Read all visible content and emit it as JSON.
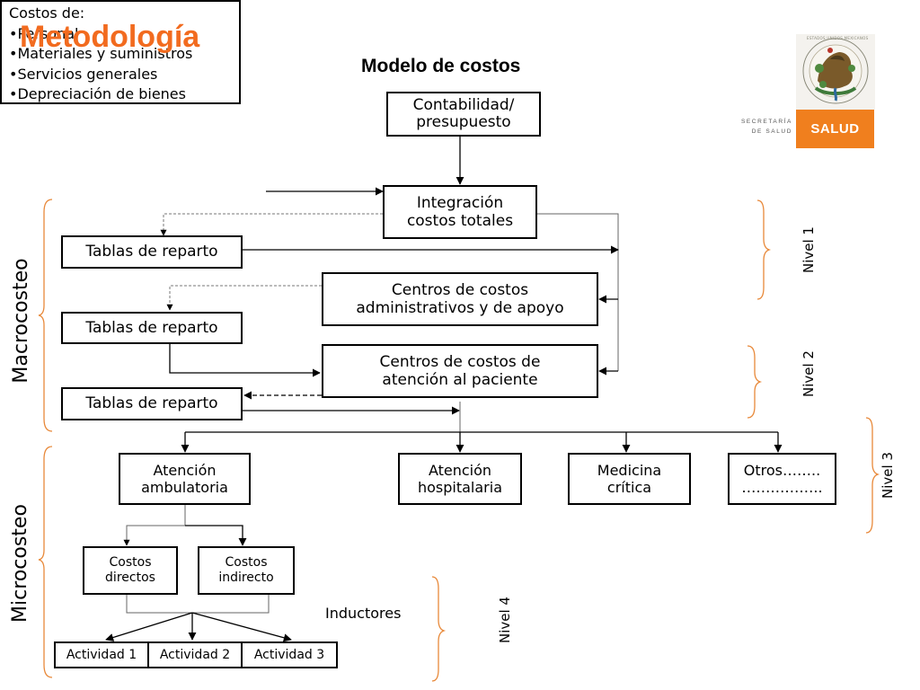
{
  "title": "Metodología",
  "subtitle": "Modelo de costos",
  "colors": {
    "title": "#f26b1f",
    "bracket": "#e8893a",
    "salud_bg": "#f07f1e"
  },
  "costs_box": {
    "lines": [
      "Costos de:",
      "•Personal",
      "•Materiales y suministros",
      "•Servicios generales",
      "•Depreciación de bienes"
    ]
  },
  "nodes": {
    "contabilidad": "Contabilidad/\npresupuesto",
    "integracion": "Integración\ncostos totales",
    "tablas_1": "Tablas de reparto",
    "tablas_2": "Tablas de reparto",
    "tablas_3": "Tablas de reparto",
    "centros_admin": "Centros de costos\nadministrativos y de apoyo",
    "centros_atencion": "Centros de costos de\natención al paciente",
    "atencion_ambulatoria": "Atención\nambulatoria",
    "atencion_hospitalaria": "Atención\nhospitalaria",
    "medicina_critica": "Medicina\ncrítica",
    "otros": "Otros……..\n……………..",
    "costos_directos": "Costos\ndirectos",
    "costos_indirecto": "Costos\nindirecto",
    "actividad_1": "Actividad 1",
    "actividad_2": "Actividad 2",
    "actividad_3": "Actividad 3"
  },
  "labels": {
    "inductores": "Inductores",
    "macrocosteo": "Macrocosteo",
    "microcosteo": "Microcosteo",
    "nivel_1": "Nivel 1",
    "nivel_2": "Nivel 2",
    "nivel_3": "Nivel 3",
    "nivel_4": "Nivel 4"
  },
  "logo": {
    "seal_text": "ESTADOS UNIDOS MEXICANOS",
    "secretaria": "SECRETARÍA\nDE SALUD",
    "salud": "SALUD",
    "seal_icon": "eagle-seal-icon"
  }
}
